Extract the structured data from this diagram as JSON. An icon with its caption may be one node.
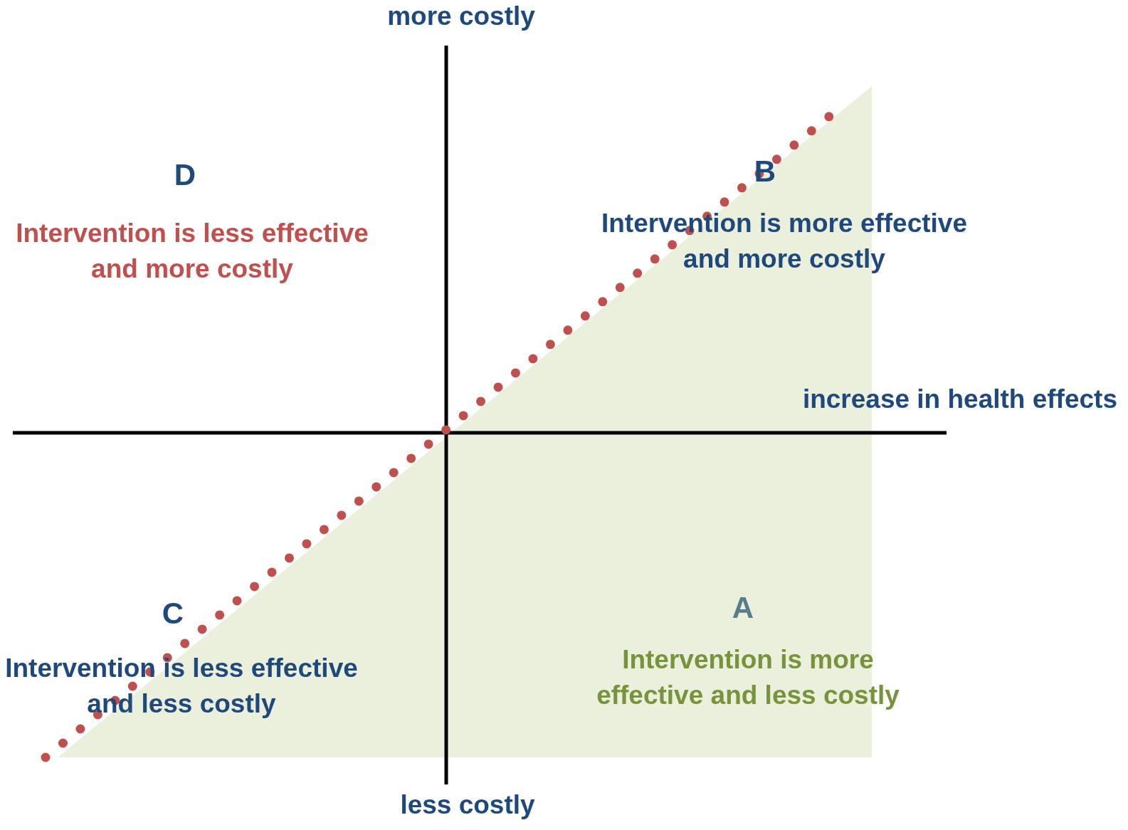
{
  "diagram": {
    "labels": [
      "more costly",
      "D",
      "B",
      "Intervention is less effective and more costly",
      "Intervention is more effective and more costly",
      "increase in health effects",
      "C",
      "A",
      "Intervention is less effective and less costly",
      "Intervention is more effective and less costly",
      "less costly"
    ]
  }
}
